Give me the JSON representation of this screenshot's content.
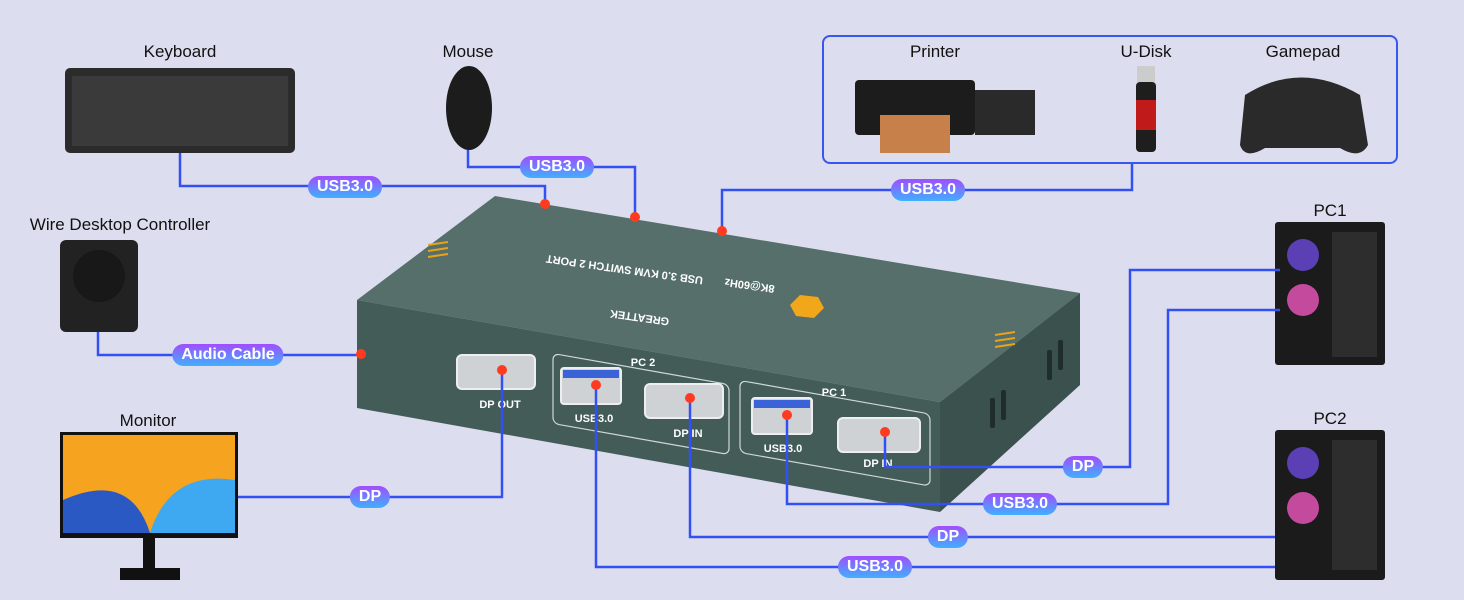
{
  "devices": {
    "keyboard": "Keyboard",
    "mouse": "Mouse",
    "printer": "Printer",
    "udisk": "U-Disk",
    "gamepad": "Gamepad",
    "controller": "Wire Desktop Controller",
    "monitor": "Monitor",
    "pc1": "PC1",
    "pc2": "PC2"
  },
  "cables": {
    "keyboard": "USB3.0",
    "mouse": "USB3.0",
    "peripherals": "USB3.0",
    "controller": "Audio Cable",
    "monitor": "DP",
    "pc1_dp": "DP",
    "pc1_usb": "USB3.0",
    "pc2_dp": "DP",
    "pc2_usb": "USB3.0"
  },
  "kvm": {
    "brand": "GREATTEK",
    "model": "USB 3.0 KVM SWITCH 2 PORT",
    "badge": "8K@60Hz",
    "ports": {
      "dp_out": "DP OUT",
      "pc2_group": "PC 2",
      "pc2_usb": "USB3.0",
      "pc2_dp": "DP IN",
      "pc1_group": "PC 1",
      "pc1_usb": "USB3.0",
      "pc1_dp": "DP IN"
    }
  },
  "colors": {
    "cable": "#3350f5",
    "dot": "#ff3b1f",
    "box": "#4a6561"
  }
}
